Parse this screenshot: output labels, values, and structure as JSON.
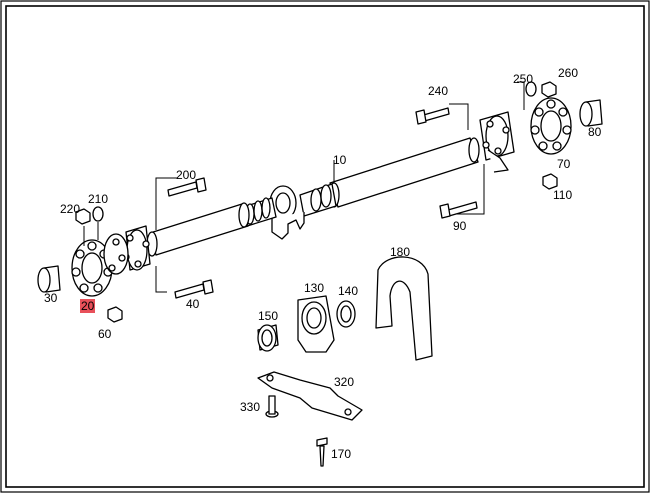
{
  "callouts": [
    {
      "id": "10",
      "label": "10"
    },
    {
      "id": "20",
      "label": "20",
      "highlight": true
    },
    {
      "id": "30",
      "label": "30"
    },
    {
      "id": "40",
      "label": "40"
    },
    {
      "id": "60",
      "label": "60"
    },
    {
      "id": "70",
      "label": "70"
    },
    {
      "id": "80",
      "label": "80"
    },
    {
      "id": "90",
      "label": "90"
    },
    {
      "id": "110",
      "label": "110"
    },
    {
      "id": "130",
      "label": "130"
    },
    {
      "id": "140",
      "label": "140"
    },
    {
      "id": "150",
      "label": "150"
    },
    {
      "id": "170",
      "label": "170"
    },
    {
      "id": "180",
      "label": "180"
    },
    {
      "id": "200",
      "label": "200"
    },
    {
      "id": "210",
      "label": "210"
    },
    {
      "id": "220",
      "label": "220"
    },
    {
      "id": "240",
      "label": "240"
    },
    {
      "id": "250",
      "label": "250"
    },
    {
      "id": "260",
      "label": "260"
    },
    {
      "id": "320",
      "label": "320"
    },
    {
      "id": "330",
      "label": "330"
    }
  ],
  "colors": {
    "highlight": "#e8505a",
    "line": "#000000",
    "paper": "#ffffff"
  }
}
